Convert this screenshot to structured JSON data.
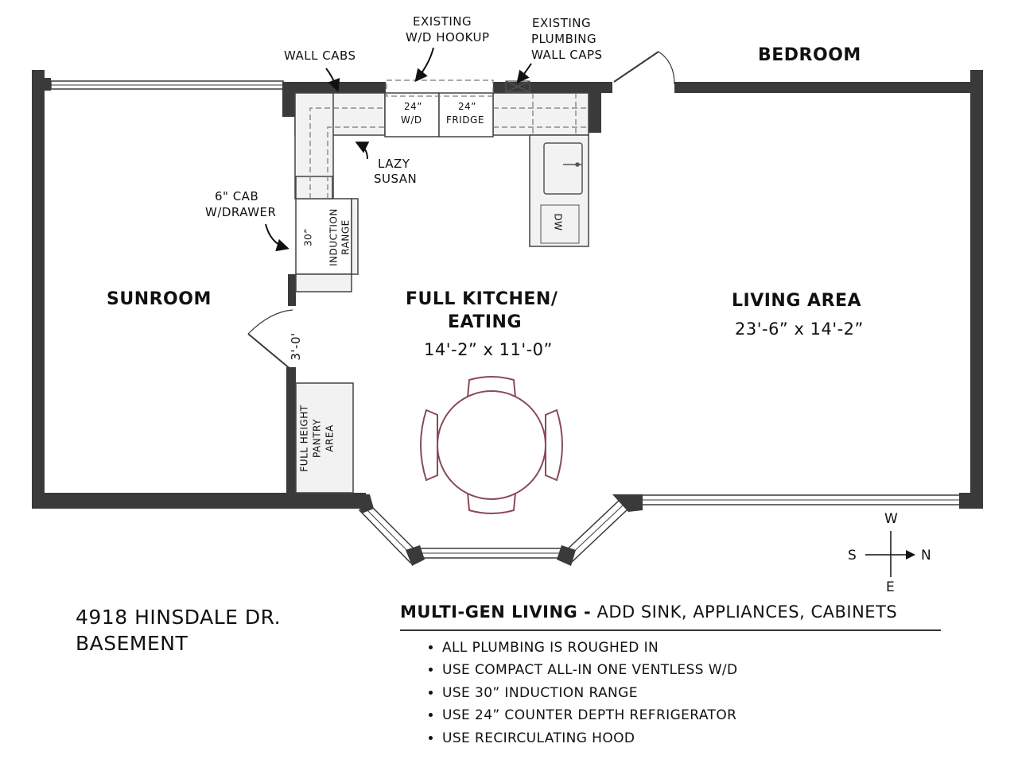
{
  "rooms": {
    "bedroom": "BEDROOM",
    "sunroom": "SUNROOM",
    "kitchen_line1": "FULL KITCHEN/",
    "kitchen_line2": "EATING",
    "kitchen_dim": "14'-2”  x  11'-0”",
    "living": "LIVING AREA",
    "living_dim": "23'-6”  x  14'-2”"
  },
  "callouts": {
    "wall_cabs": "WALL CABS",
    "wd_hookup_1": "EXISTING",
    "wd_hookup_2": "W/D HOOKUP",
    "plumbing_1": "EXISTING",
    "plumbing_2": "PLUMBING",
    "plumbing_3": "WALL CAPS",
    "lazy_susan_1": "LAZY",
    "lazy_susan_2": "SUSAN",
    "cab_drawer_1": "6\" CAB",
    "cab_drawer_2": "W/DRAWER"
  },
  "fixtures": {
    "wd_1": "24”",
    "wd_2": "W/D",
    "fridge_1": "24”",
    "fridge_2": "FRIDGE",
    "dw": "DW",
    "range_1": "30”",
    "range_2": "INDUCTION",
    "range_3": "RANGE",
    "pantry_1": "FULL HEIGHT",
    "pantry_2": "PANTRY",
    "pantry_3": "AREA",
    "door_dim": "3'-0'"
  },
  "compass": {
    "w": "W",
    "s": "S",
    "n": "N",
    "e": "E"
  },
  "address": {
    "line1": "4918 HINSDALE DR.",
    "line2": "BASEMENT"
  },
  "notes": {
    "title_bold": "MULTI-GEN LIVING -",
    "title_rest": " ADD SINK, APPLIANCES, CABINETS",
    "items": [
      "ALL PLUMBING IS ROUGHED IN",
      "USE COMPACT ALL-IN ONE VENTLESS W/D",
      "USE 30” INDUCTION RANGE",
      "USE 24” COUNTER DEPTH REFRIGERATOR",
      "USE RECIRCULATING HOOD"
    ]
  },
  "colors": {
    "wall": "#3a3a3a",
    "table": "#8a4a56",
    "cabinet": "#f2f2f2"
  }
}
